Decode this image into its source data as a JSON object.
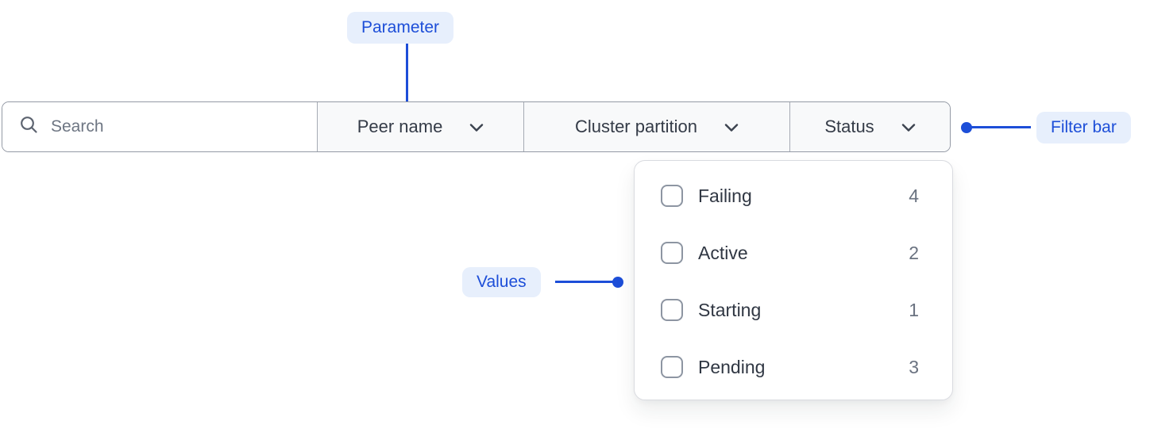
{
  "annotations": {
    "parameter_label": "Parameter",
    "filter_bar_label": "Filter bar",
    "values_label": "Values"
  },
  "colors": {
    "accent_blue": "#1d4ed8",
    "badge_bg": "#e7effc",
    "bar_border": "#949aa5",
    "segment_bg": "#f8f9fa",
    "text_dark": "#343b47",
    "text_muted": "#6a7280"
  },
  "filter_bar": {
    "search": {
      "icon": "search-icon",
      "placeholder": "Search",
      "value": ""
    },
    "dropdowns": [
      {
        "label": "Peer name",
        "icon": "chevron-down-icon"
      },
      {
        "label": "Cluster partition",
        "icon": "chevron-down-icon"
      },
      {
        "label": "Status",
        "icon": "chevron-down-icon",
        "open": true
      }
    ]
  },
  "status_dropdown": {
    "options": [
      {
        "label": "Failing",
        "count": "4",
        "checked": false
      },
      {
        "label": "Active",
        "count": "2",
        "checked": false
      },
      {
        "label": "Starting",
        "count": "1",
        "checked": false
      },
      {
        "label": "Pending",
        "count": "3",
        "checked": false
      }
    ]
  }
}
